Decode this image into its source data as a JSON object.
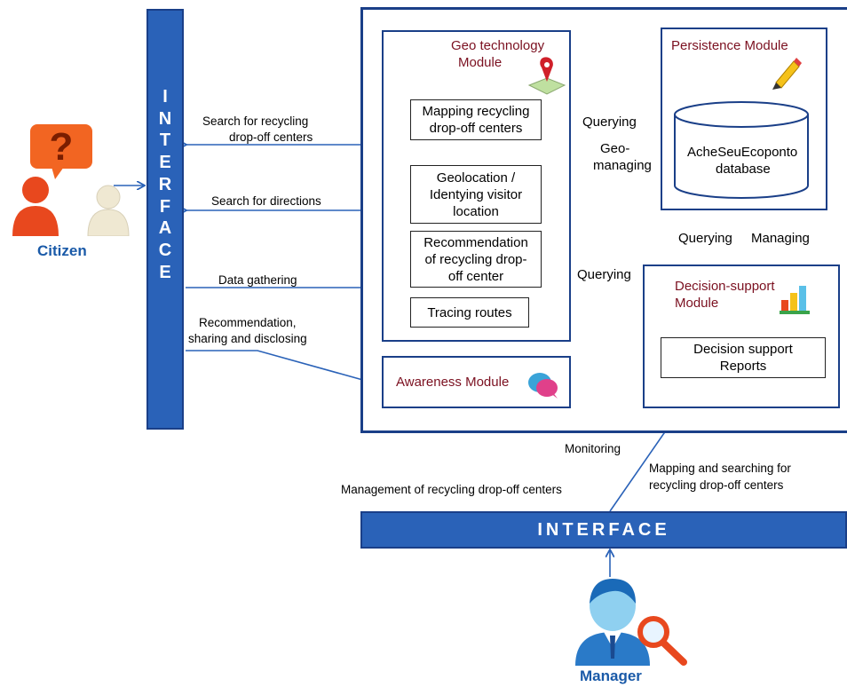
{
  "citizen": {
    "name": "Citizen"
  },
  "manager": {
    "name": "Manager"
  },
  "interface_vertical": {
    "letters": [
      "I",
      "N",
      "T",
      "E",
      "R",
      "F",
      "A",
      "C",
      "E"
    ]
  },
  "interface_horizontal": {
    "label": "INTERFACE"
  },
  "geo_module": {
    "title_line1": "Geo technology",
    "title_line2": "Module",
    "items": [
      {
        "line1": "Mapping recycling",
        "line2": "drop-off centers",
        "line3": ""
      },
      {
        "line1": "Geolocation /",
        "line2": "Identying visitor",
        "line3": "location"
      },
      {
        "line1": "Recommendation",
        "line2": "of recycling drop-",
        "line3": "off center"
      },
      {
        "line1": "Tracing routes",
        "line2": "",
        "line3": ""
      }
    ]
  },
  "awareness_module": {
    "title": "Awareness Module"
  },
  "persistence_module": {
    "title": "Persistence Module",
    "database_line1": "AcheSeuEcoponto",
    "database_line2": "database"
  },
  "decision_module": {
    "title_line1": "Decision-support",
    "title_line2": "Module",
    "reports_line1": "Decision support",
    "reports_line2": "Reports"
  },
  "labels": {
    "search_centers_1": "Search for recycling",
    "search_centers_2": "drop-off centers",
    "search_directions": "Search for directions",
    "data_gathering": "Data gathering",
    "recommendation_1": "Recommendation,",
    "recommendation_2": "sharing and disclosing",
    "querying_geo": "Querying",
    "geo_managing_1": "Geo-",
    "geo_managing_2": "managing",
    "querying_decision": "Querying",
    "querying_persist": "Querying",
    "managing": "Managing",
    "monitoring": "Monitoring",
    "management_centers": "Management of recycling drop-off centers",
    "mapping_searching_1": "Mapping and searching for",
    "mapping_searching_2": "recycling drop-off centers"
  },
  "colors": {
    "interface_blue": "#2a62b8",
    "border_navy": "#1a3f88",
    "module_title": "#7b1020",
    "actor_label": "#1a5aa8"
  }
}
